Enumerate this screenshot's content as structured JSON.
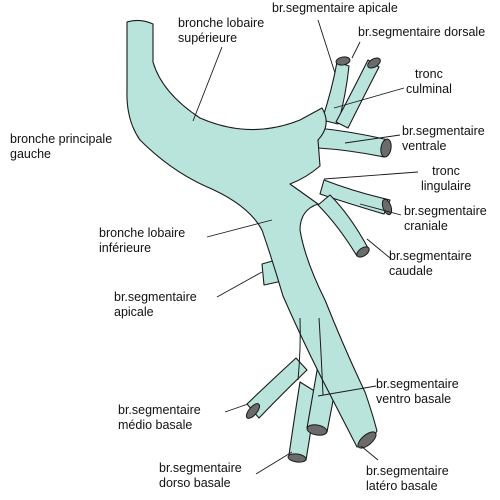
{
  "colors": {
    "bronchus_fill": "#b9e4dc",
    "cut_end_fill": "#6b6b6b",
    "outline": "#1a1a1a",
    "leader": "#1a1a1a",
    "text": "#111111"
  },
  "labels": {
    "lobaire_superieure": {
      "line1": "bronche lobaire",
      "line2": "supérieure"
    },
    "apicale_haut": {
      "line1": "br.segmentaire apicale"
    },
    "dorsale": {
      "line1": "br.segmentaire dorsale"
    },
    "culminal": {
      "line1": "tronc",
      "line2": "culminal"
    },
    "principale_gauche": {
      "line1": "bronche principale",
      "line2": "gauche"
    },
    "ventrale": {
      "line1": "br.segmentaire",
      "line2": "ventrale"
    },
    "lingulaire": {
      "line1": "tronc",
      "line2": "lingulaire"
    },
    "craniale": {
      "line1": "br.segmentaire",
      "line2": "craniale"
    },
    "lobaire_inferieure": {
      "line1": "bronche lobaire",
      "line2": "inférieure"
    },
    "caudale": {
      "line1": "br.segmentaire",
      "line2": "caudale"
    },
    "apicale_bas": {
      "line1": "br.segmentaire",
      "line2": "apicale"
    },
    "ventro_basale": {
      "line1": "br.segmentaire",
      "line2": "ventro basale"
    },
    "medio_basale": {
      "line1": "br.segmentaire",
      "line2": "médio basale"
    },
    "dorso_basale": {
      "line1": "br.segmentaire",
      "line2": "dorso basale"
    },
    "latero_basale": {
      "line1": "br.segmentaire",
      "line2": "latéro basale"
    }
  }
}
